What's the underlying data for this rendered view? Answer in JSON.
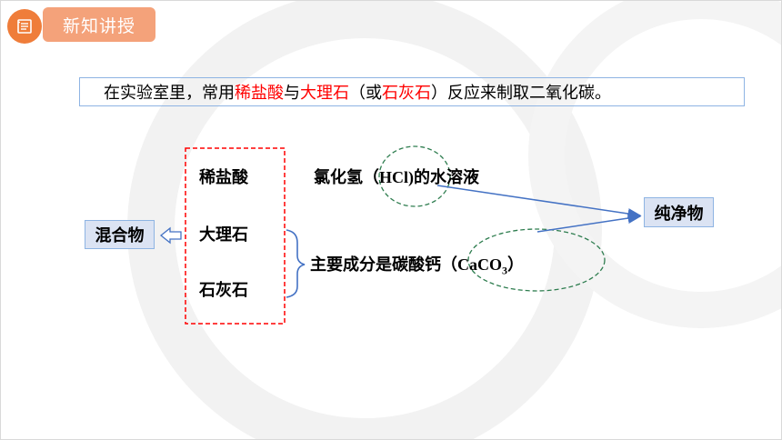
{
  "header": {
    "icon": "document-list-icon",
    "title": "新知讲授"
  },
  "intro": {
    "part1": "在实验室里，常用",
    "hl1": "稀盐酸",
    "part2": "与",
    "hl2": "大理石",
    "part3": "（或",
    "hl3": "石灰石",
    "part4": "）反应来制取二氧化碳。",
    "highlight_color": "#ff0000"
  },
  "diagram": {
    "mixture": "混合物",
    "pure": "纯净物",
    "items": [
      "稀盐酸",
      "大理石",
      "石灰石"
    ],
    "hcl_desc_prefix": "氯化氢",
    "hcl_desc_formula": "（HCl)",
    "hcl_desc_suffix": "的水溶液",
    "caco3_desc_prefix": "主要成分是碳酸钙",
    "caco3_formula_lead": "（CaCO",
    "caco3_formula_sub": "3",
    "caco3_formula_tail": "）",
    "arrow_color": "#4472c4",
    "dashed_box_color": "#ff0000",
    "ellipse_color": "#2e7d4f"
  },
  "colors": {
    "accent_orange": "#ef7d3a",
    "badge_bg": "#f4a27a",
    "box_fill": "#dbe3f3"
  }
}
